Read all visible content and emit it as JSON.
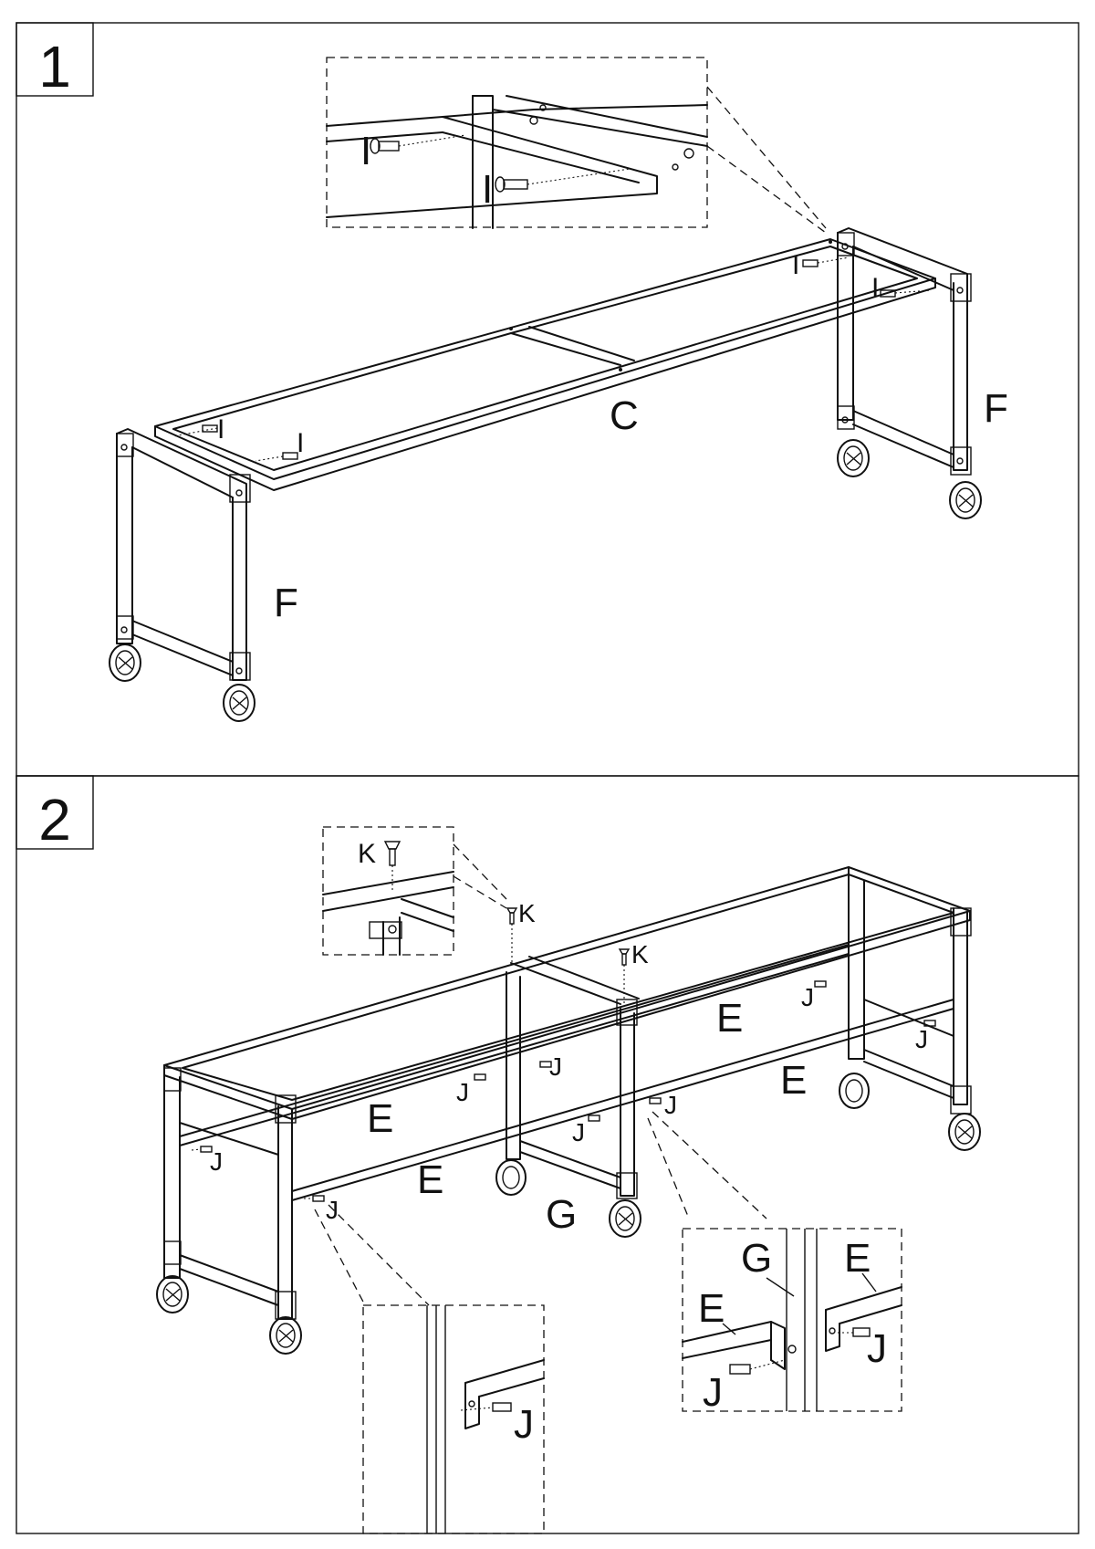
{
  "steps": [
    {
      "number": "1",
      "labels": {
        "I_a": "I",
        "I_b": "I",
        "I_c": "I",
        "I_d": "I",
        "I_e": "I",
        "I_f": "I",
        "C": "C",
        "F_right": "F",
        "F_left": "F"
      }
    },
    {
      "number": "2",
      "labels": {
        "K_a": "K",
        "K_b": "K",
        "K_c": "K",
        "E_1": "E",
        "E_2": "E",
        "E_3": "E",
        "E_4": "E",
        "E_5": "E",
        "E_6": "E",
        "G_1": "G",
        "G_2": "G",
        "J_1": "J",
        "J_2": "J",
        "J_3": "J",
        "J_4": "J",
        "J_5": "J",
        "J_6": "J",
        "J_7": "J",
        "J_8": "J",
        "J_9": "J",
        "J_10": "J",
        "J_11": "J"
      }
    }
  ]
}
